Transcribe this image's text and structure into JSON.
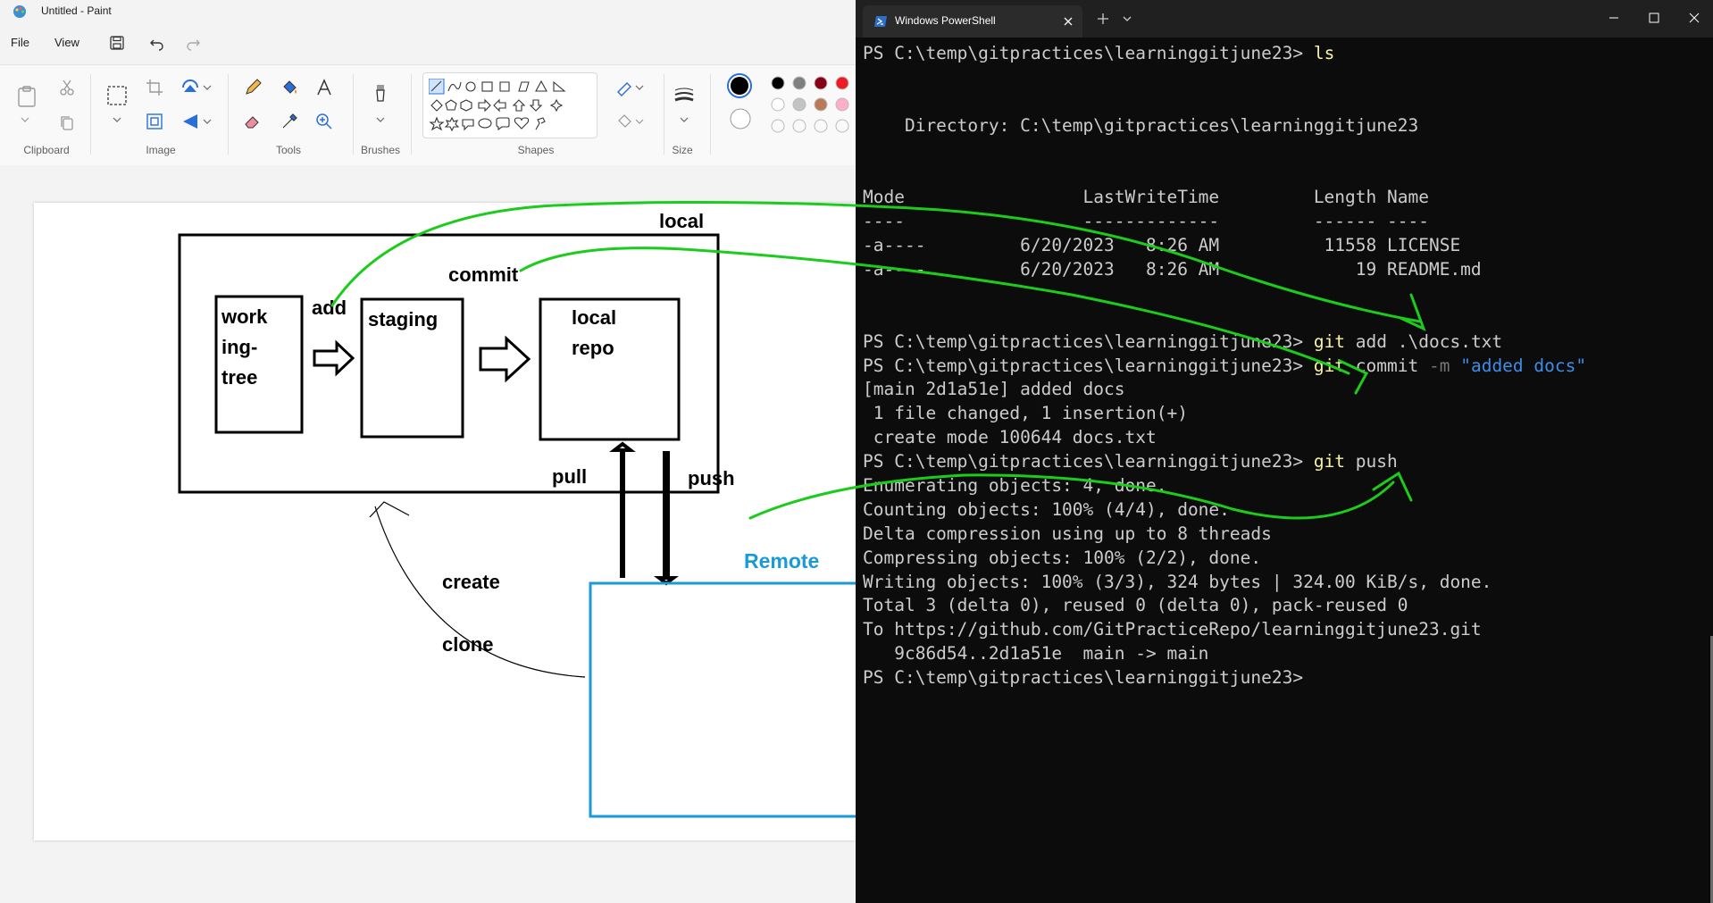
{
  "paint": {
    "title": "Untitled - Paint",
    "menu": {
      "file": "File",
      "view": "View"
    },
    "ribbon_groups": {
      "clipboard": "Clipboard",
      "image": "Image",
      "tools": "Tools",
      "brushes": "Brushes",
      "shapes": "Shapes",
      "size": "Size"
    },
    "palette_colors": [
      "#000000",
      "#7f7f7f",
      "#880015",
      "#ed1c24",
      "#ffffff",
      "#c3c3c3",
      "#b97a57",
      "#ffaec9"
    ],
    "canvas_labels": {
      "local": "local",
      "working_tree": [
        "work",
        "ing-",
        "tree"
      ],
      "add": "add",
      "staging": "staging",
      "commit": "commit",
      "local_repo": [
        "local",
        "repo"
      ],
      "pull": "pull",
      "push": "push",
      "remote": "Remote",
      "create": "create",
      "clone": "clone"
    },
    "colors": {
      "annotation_green": "#1ccb1c",
      "remote_blue": "#1a9ad6"
    }
  },
  "terminal": {
    "tab_title": "Windows PowerShell",
    "lines": [
      [
        {
          "t": "PS C:\\temp\\gitpractices\\learninggitjune23> "
        },
        {
          "t": "ls",
          "c": "yellow"
        }
      ],
      [],
      [],
      [
        {
          "t": "    Directory: C:\\temp\\gitpractices\\learninggitjune23"
        }
      ],
      [],
      [],
      [
        {
          "t": "Mode                 LastWriteTime         Length Name"
        }
      ],
      [
        {
          "t": "----                 -------------         ------ ----"
        }
      ],
      [
        {
          "t": "-a----         6/20/2023   8:26 AM          11558 LICENSE"
        }
      ],
      [
        {
          "t": "-a----         6/20/2023   8:26 AM             19 README.md"
        }
      ],
      [],
      [],
      [
        {
          "t": "PS C:\\temp\\gitpractices\\learninggitjune23> "
        },
        {
          "t": "git",
          "c": "yellow"
        },
        {
          "t": " add .\\docs.txt"
        }
      ],
      [
        {
          "t": "PS C:\\temp\\gitpractices\\learninggitjune23> "
        },
        {
          "t": "git",
          "c": "yellow"
        },
        {
          "t": " commit "
        },
        {
          "t": "-m",
          "c": "gray"
        },
        {
          "t": " "
        },
        {
          "t": "\"added docs\"",
          "c": "blue"
        }
      ],
      [
        {
          "t": "[main 2d1a51e] added docs"
        }
      ],
      [
        {
          "t": " 1 file changed, 1 insertion(+)"
        }
      ],
      [
        {
          "t": " create mode 100644 docs.txt"
        }
      ],
      [
        {
          "t": "PS C:\\temp\\gitpractices\\learninggitjune23> "
        },
        {
          "t": "git",
          "c": "yellow"
        },
        {
          "t": " push"
        }
      ],
      [
        {
          "t": "Enumerating objects: 4, done."
        }
      ],
      [
        {
          "t": "Counting objects: 100% (4/4), done."
        }
      ],
      [
        {
          "t": "Delta compression using up to 8 threads"
        }
      ],
      [
        {
          "t": "Compressing objects: 100% (2/2), done."
        }
      ],
      [
        {
          "t": "Writing objects: 100% (3/3), 324 bytes | 324.00 KiB/s, done."
        }
      ],
      [
        {
          "t": "Total 3 (delta 0), reused 0 (delta 0), pack-reused 0"
        }
      ],
      [
        {
          "t": "To https://github.com/GitPracticeRepo/learninggitjune23.git"
        }
      ],
      [
        {
          "t": "   9c86d54..2d1a51e  main -> main"
        }
      ],
      [
        {
          "t": "PS C:\\temp\\gitpractices\\learninggitjune23> "
        }
      ]
    ],
    "colors": {
      "background": "#0c0c0c",
      "text": "#cccccc",
      "command": "#f9f1a5",
      "param": "#767676",
      "string": "#3b8eea"
    }
  }
}
